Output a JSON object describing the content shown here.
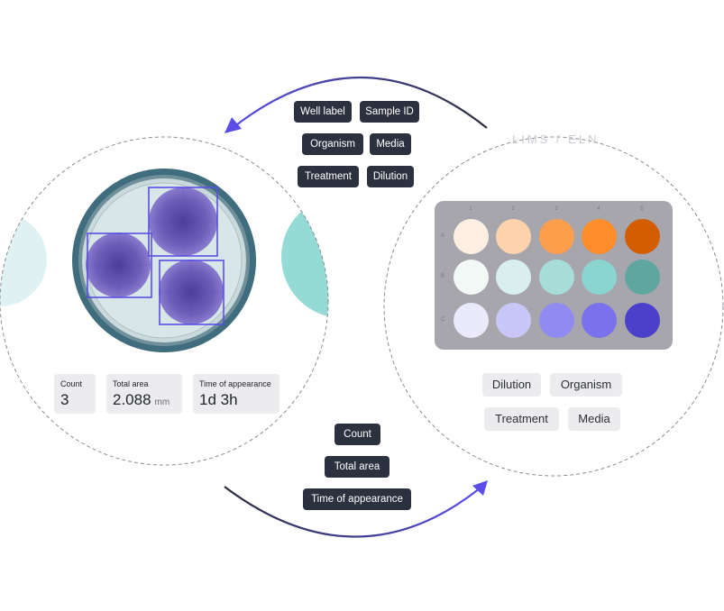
{
  "system_label": "LIMS / ELN",
  "metadata_tags_top": [
    "Well label",
    "Sample ID",
    "Organism",
    "Media",
    "Treatment",
    "Dilution"
  ],
  "result_tags_bottom": [
    "Count",
    "Total area",
    "Time of appearance"
  ],
  "metrics": {
    "count": {
      "label": "Count",
      "value": "3"
    },
    "total_area": {
      "label": "Total area",
      "value": "2.088",
      "unit": "mm"
    },
    "time_of_appearance": {
      "label": "Time of appearance",
      "value": "1d 3h"
    }
  },
  "lims_chips": [
    "Dilution",
    "Organism",
    "Treatment",
    "Media"
  ],
  "plate": {
    "columns": [
      "1",
      "2",
      "3",
      "4",
      "5"
    ],
    "rows": [
      "A",
      "B",
      "C"
    ],
    "well_colors": [
      [
        "#fdf0e3",
        "#fdd3ac",
        "#fd9e4d",
        "#fd8c2a",
        "#d45d00"
      ],
      [
        "#f1f8f6",
        "#d9efed",
        "#a7ddd9",
        "#8ad5d0",
        "#5fa5a0"
      ],
      [
        "#ebeafc",
        "#c9c6f8",
        "#908bf1",
        "#7a72ec",
        "#4b40c9"
      ]
    ]
  },
  "colors": {
    "accent": "#5a4ee6",
    "tag_bg": "#2c3140",
    "teal": "#95dbd5",
    "petri_rim": "#406e80"
  }
}
